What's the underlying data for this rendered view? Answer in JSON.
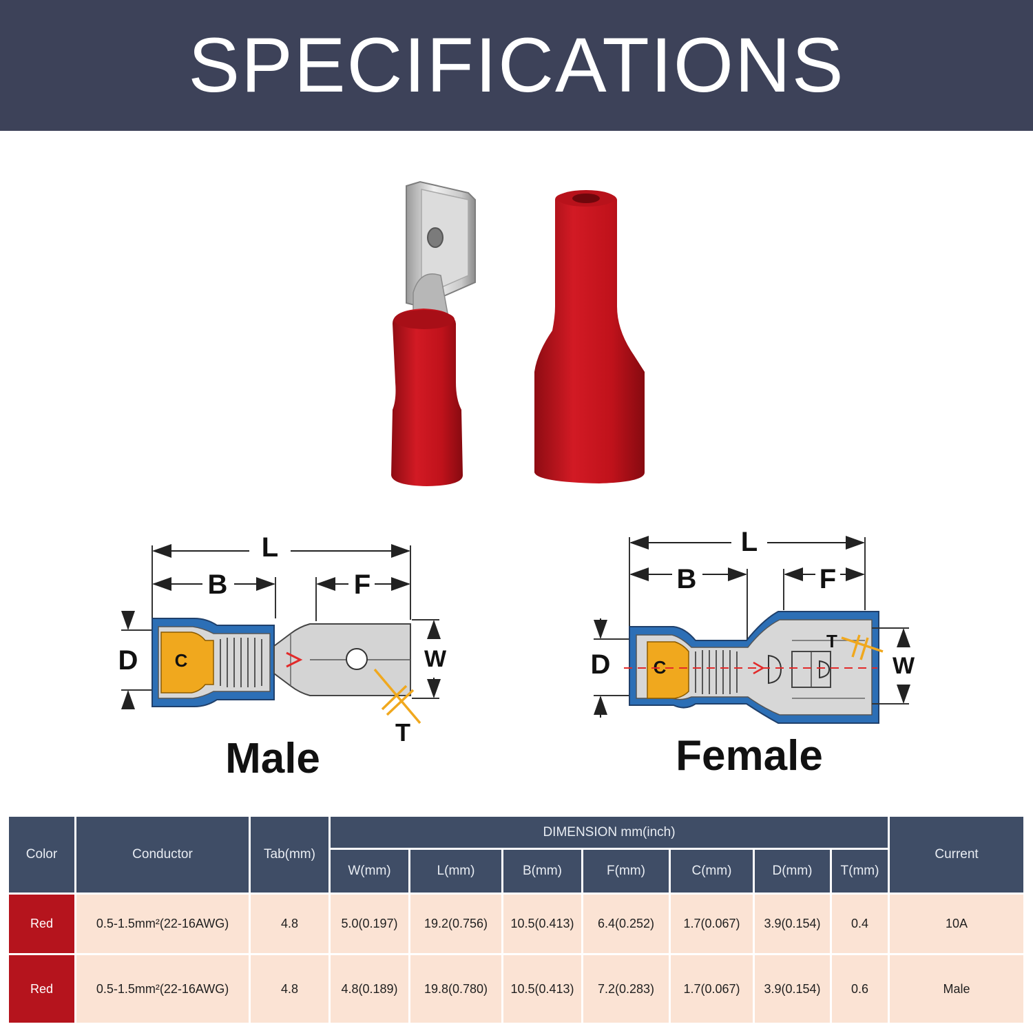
{
  "header": {
    "title": "SPECIFICATIONS"
  },
  "colors": {
    "header_bg": "#3d4259",
    "table_header_bg": "#3f4d66",
    "row_bg": "#fbe3d4",
    "red_cell": "#b5141d",
    "insulation_blue": "#2c6fb6",
    "sleeve_red": "#c8161f"
  },
  "male": {
    "title": "Male",
    "labels": {
      "L": "L",
      "B": "B",
      "F": "F",
      "D": "D",
      "C": "C",
      "W": "W",
      "T": "T"
    }
  },
  "female": {
    "title": "Female",
    "labels": {
      "L": "L",
      "B": "B",
      "F": "F",
      "D": "D",
      "C": "C",
      "W": "W",
      "T": "T"
    }
  },
  "table": {
    "headers": {
      "color": "Color",
      "conductor": "Conductor",
      "tab": "Tab(mm)",
      "dimension": "DIMENSION mm(inch)",
      "current": "Current",
      "sub": [
        "W(mm)",
        "L(mm)",
        "B(mm)",
        "F(mm)",
        "C(mm)",
        "D(mm)",
        "T(mm)"
      ]
    },
    "rows": [
      [
        "Red",
        "0.5-1.5mm²(22-16AWG)",
        "4.8",
        "5.0(0.197)",
        "19.2(0.756)",
        "10.5(0.413)",
        "6.4(0.252)",
        "1.7(0.067)",
        "3.9(0.154)",
        "0.4",
        "10A"
      ],
      [
        "Red",
        "0.5-1.5mm²(22-16AWG)",
        "4.8",
        "4.8(0.189)",
        "19.8(0.780)",
        "10.5(0.413)",
        "7.2(0.283)",
        "1.7(0.067)",
        "3.9(0.154)",
        "0.6",
        "Male"
      ]
    ]
  }
}
